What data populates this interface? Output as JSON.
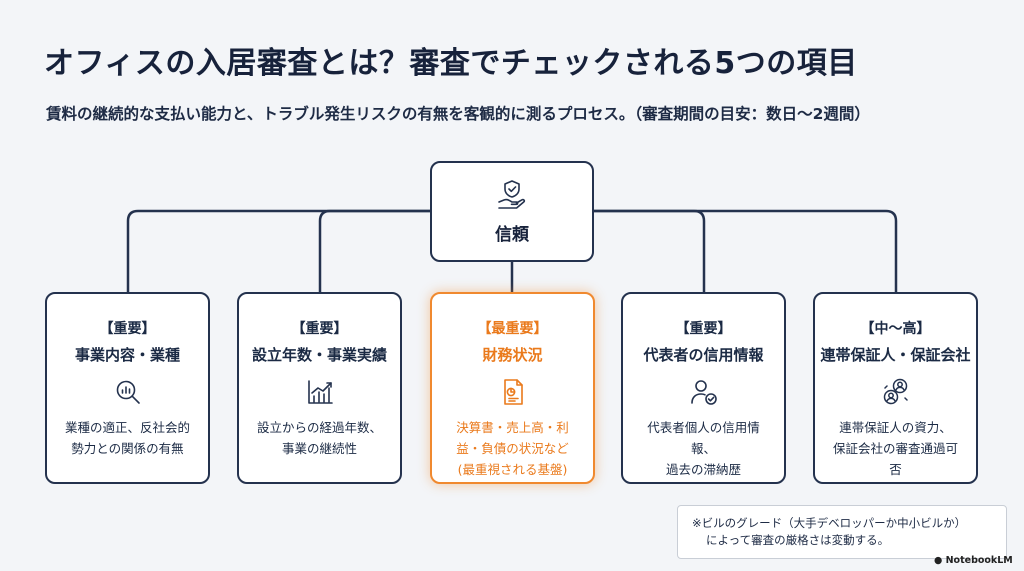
{
  "title": "オフィスの入居審査とは？審査でチェックされる5つの項目",
  "subtitle": "賃料の継続的な支払い能力と、トラブル発生リスクの有無を客観的に測るプロセス。（審査期間の目安：数日〜2週間）",
  "root": {
    "label": "信頼",
    "icon": "shield-hand-icon"
  },
  "cards": [
    {
      "tag": "【重要】",
      "name": "事業内容・業種",
      "icon": "magnifier-chart-icon",
      "desc": [
        "業種の適正、反社会的",
        "勢力との関係の有無"
      ]
    },
    {
      "tag": "【重要】",
      "name": "設立年数・事業実績",
      "icon": "growth-chart-icon",
      "desc": [
        "設立からの経過年数、",
        "事業の継続性"
      ]
    },
    {
      "tag": "【最重要】",
      "name": "財務状況",
      "icon": "financial-document-icon",
      "desc": [
        "決算書・売上高・利",
        "益・負債の状況など",
        "(最重視される基盤)"
      ],
      "highlight": true
    },
    {
      "tag": "【重要】",
      "name": "代表者の信用情報",
      "icon": "person-check-icon",
      "desc": [
        "代表者個人の信用情報、",
        "過去の滞納歴"
      ]
    },
    {
      "tag": "【中〜高】",
      "name": "連帯保証人・保証会社",
      "icon": "people-link-icon",
      "desc": [
        "連帯保証人の資力、",
        "保証会社の審査通過可否"
      ]
    }
  ],
  "note": {
    "line1": "※ビルのグレード（大手デベロッパーか中小ビルか）",
    "line2": "によって審査の厳格さは変動する。"
  },
  "brand": "NotebookLM",
  "colors": {
    "accent": "#f0892f",
    "border": "#24324e",
    "background": "#f3f5f8"
  }
}
